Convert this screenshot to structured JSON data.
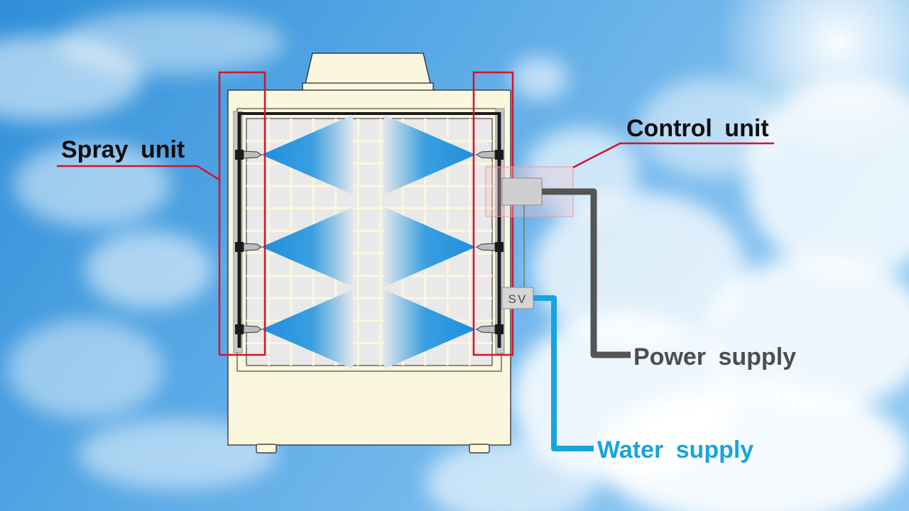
{
  "labels": {
    "spray_unit": "Spray  unit",
    "control_unit": "Control  unit",
    "power_supply": "Power  supply",
    "water_supply": "Water  supply",
    "solenoid_valve": "SV"
  },
  "colors": {
    "highlight_red": "#d0142c",
    "power_line": "#555555",
    "water_line": "#19a3df",
    "unit_body": "#fbf6de",
    "spray_blue": "#1e8fdc"
  }
}
